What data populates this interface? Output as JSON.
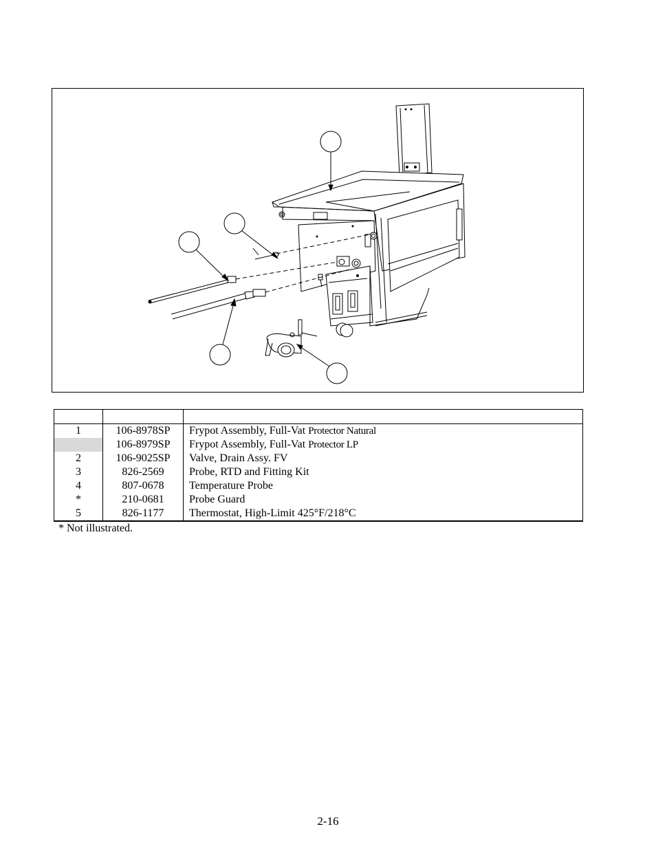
{
  "parts_table": {
    "headers": [
      "",
      "",
      ""
    ],
    "rows": [
      {
        "item": "1",
        "part_number": "106-8978SP",
        "description": "Frypot Assembly, Full-Vat",
        "description_small": "Protector Natural"
      },
      {
        "item": "",
        "part_number": "106-8979SP",
        "description": "Frypot Assembly, Full-Vat",
        "description_small": "Protector LP"
      },
      {
        "item": "2",
        "part_number": "106-9025SP",
        "description": "Valve, Drain Assy. FV",
        "description_small": ""
      },
      {
        "item": "3",
        "part_number": "826-2569",
        "description": "Probe, RTD and Fitting Kit",
        "description_small": ""
      },
      {
        "item": "4",
        "part_number": "807-0678",
        "description": "Temperature Probe",
        "description_small": ""
      },
      {
        "item": "*",
        "part_number": "210-0681",
        "description": "Probe Guard",
        "description_small": ""
      },
      {
        "item": "5",
        "part_number": "826-1177",
        "description": "Thermostat, High-Limit 425°F/218°C",
        "description_small": ""
      }
    ]
  },
  "footnote": "* Not illustrated.",
  "page_number": "2-16",
  "colors": {
    "line": "#000000",
    "shaded_cell": "#d9d9d9"
  }
}
